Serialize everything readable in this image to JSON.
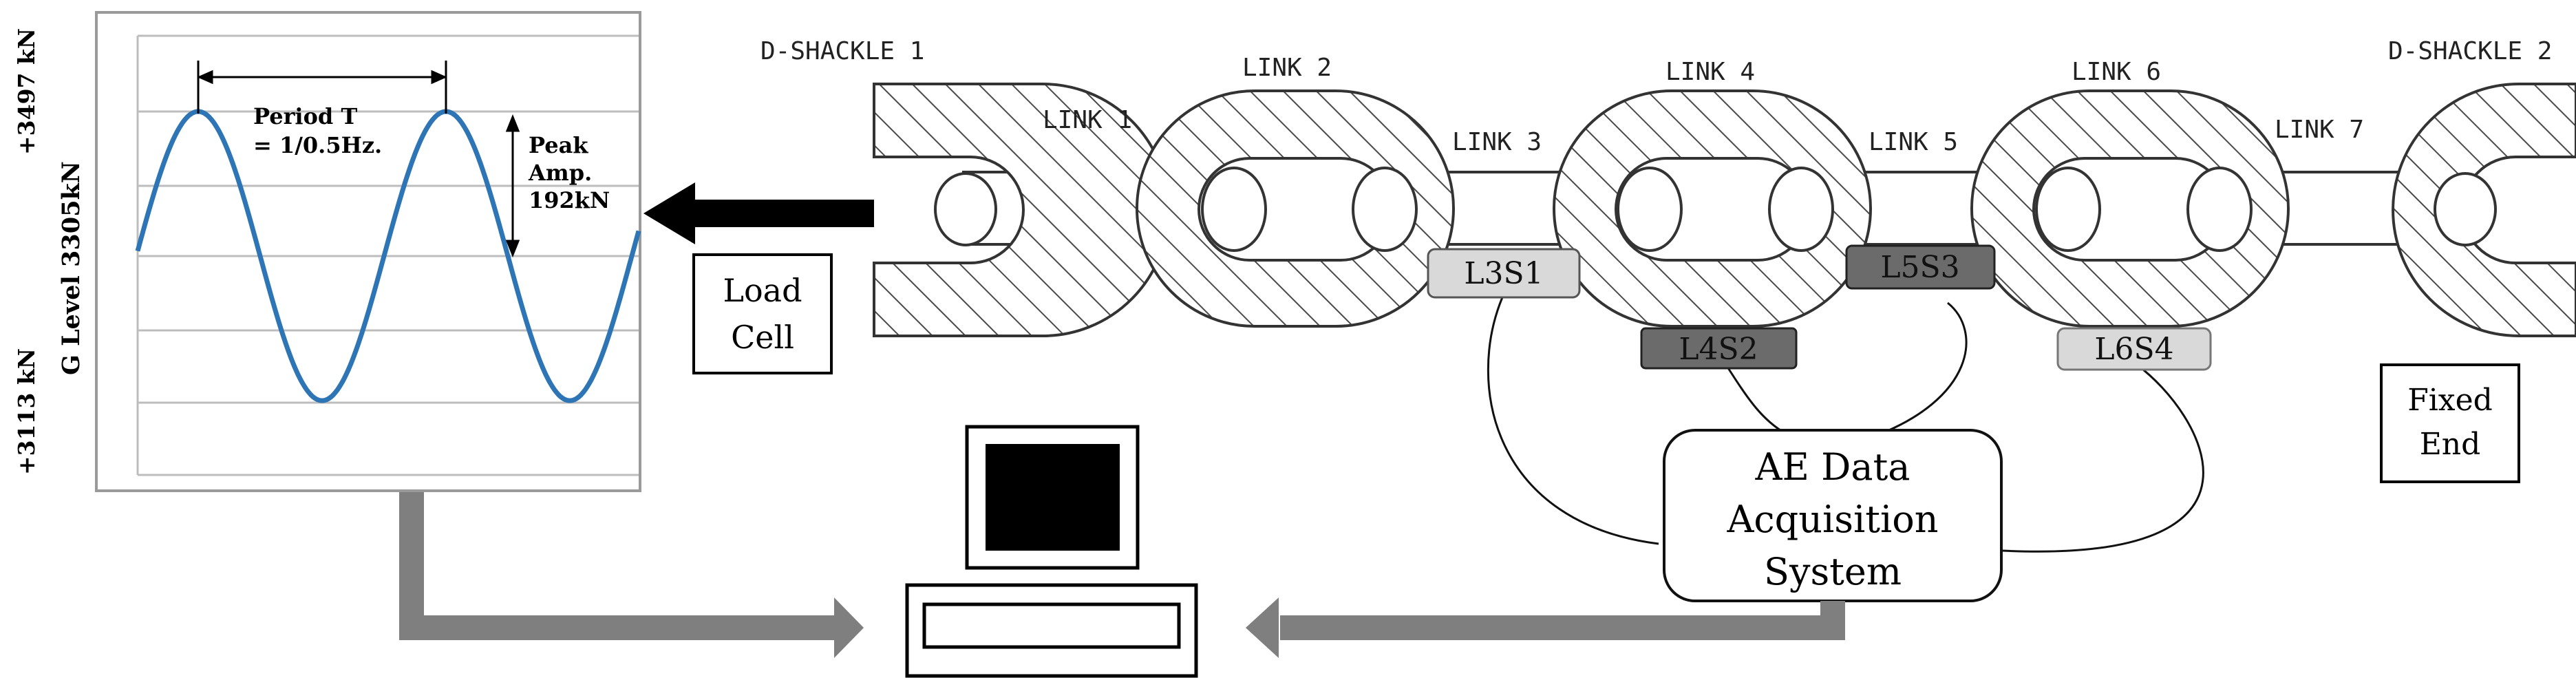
{
  "graph": {
    "y_top_label": "+3497 kN",
    "y_mid_label": "G Level 3305kN",
    "y_bottom_label": "+3113 kN",
    "period_line1": "Period T",
    "period_line2": "= 1/0.5Hz.",
    "peak_line1": "Peak",
    "peak_line2": "Amp.",
    "peak_line3": "192kN",
    "wave_color": "#2e75b6"
  },
  "load_cell": {
    "line1": "Load",
    "line2": "Cell"
  },
  "fixed_end": {
    "line1": "Fixed",
    "line2": "End"
  },
  "chain": {
    "shackle_left": "D-SHACKLE 1",
    "shackle_right": "D-SHACKLE 2",
    "links": [
      "LINK 1",
      "LINK 2",
      "LINK 3",
      "LINK 4",
      "LINK 5",
      "LINK 6",
      "LINK 7"
    ]
  },
  "sensors": {
    "L3S1": "L3S1",
    "L4S2": "L4S2",
    "L5S3": "L5S3",
    "L6S4": "L6S4"
  },
  "ae_system": {
    "line1": "AE Data",
    "line2": "Acquisition",
    "line3": "System"
  }
}
